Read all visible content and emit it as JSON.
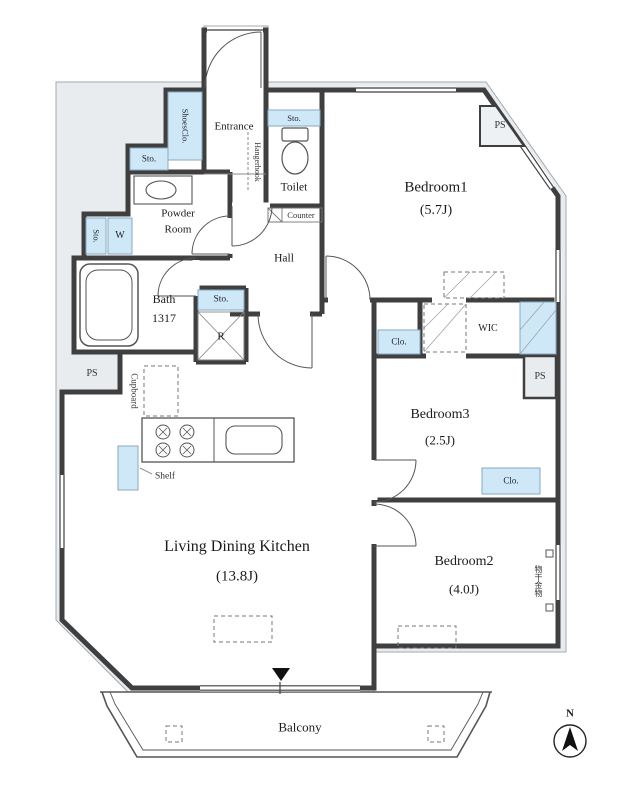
{
  "rooms": {
    "entrance": "Entrance",
    "toilet": "Toilet",
    "bedroom1": "Bedroom1",
    "bedroom1_size": "(5.7J)",
    "powder_line1": "Powder",
    "powder_line2": "Room",
    "bath": "Bath",
    "bath_size": "1317",
    "hall": "Hall",
    "wic": "WIC",
    "bedroom3": "Bedroom3",
    "bedroom3_size": "(2.5J)",
    "bedroom2": "Bedroom2",
    "bedroom2_size": "(4.0J)",
    "ldk": "Living Dining Kitchen",
    "ldk_size": "(13.8J)",
    "balcony": "Balcony"
  },
  "fixtures": {
    "shoes_closet": "ShoesClo.",
    "sto_powder_top": "Sto.",
    "sto_left": "Sto.",
    "washer": "W",
    "sto_toilet": "Sto.",
    "sto_hall": "Sto.",
    "refrigerator": "R",
    "hangerhook": "Hangerhook",
    "counter": "Counter",
    "cupboard": "Cupboard",
    "shelf": "Shelf",
    "clo_bedroom3": "Clo.",
    "clo_bedroom2": "Clo.",
    "laundry_hardware": "物干金物"
  },
  "ps": {
    "top_right": "PS",
    "mid_right": "PS",
    "bottom_left": "PS"
  },
  "compass_n": "N",
  "colors": {
    "wall": "#3f3f3f",
    "storage_fill": "#cfe8f8",
    "band_fill": "#e8ecef"
  }
}
